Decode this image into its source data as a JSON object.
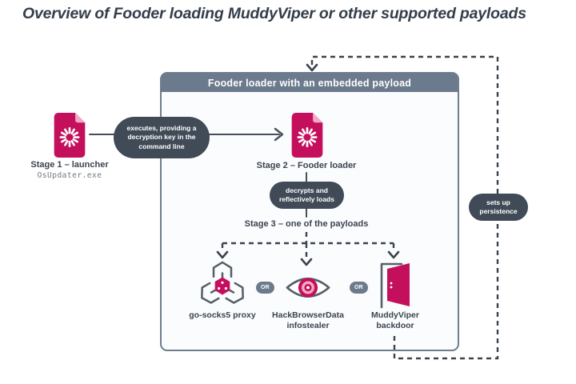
{
  "title": "Overview of Fooder loading MuddyViper or other supported payloads",
  "colors": {
    "accent": "#C4105C",
    "accent_light": "#F2A9C6",
    "slate": "#6B7A8C",
    "dark_pill": "#404B57",
    "connector": "#434E59",
    "icon_stroke": "#566068",
    "text_dark": "#3A4450",
    "box_bg": "#FBFCFE"
  },
  "box": {
    "header": "Fooder loader with an embedded payload"
  },
  "stage1": {
    "label": "Stage 1 – launcher",
    "filename": "OsUpdater.exe"
  },
  "edge_execute": {
    "label": "executes, providing a decryption key in the command line"
  },
  "stage2": {
    "label": "Stage 2 – Fooder loader"
  },
  "edge_decrypt": {
    "label": "decrypts and reflectively loads"
  },
  "stage3": {
    "label": "Stage 3 – one of the payloads"
  },
  "payloads": [
    {
      "label": "go-socks5 proxy",
      "icon": "network-nodes-icon"
    },
    {
      "label": "HackBrowserData infostealer",
      "icon": "eye-icon"
    },
    {
      "label": "MuddyViper backdoor",
      "icon": "open-door-icon"
    }
  ],
  "or_label": "OR",
  "persistence": {
    "label": "sets up persistence"
  },
  "icons": {
    "stage1": "malware-file-icon",
    "stage2": "malware-file-icon"
  }
}
